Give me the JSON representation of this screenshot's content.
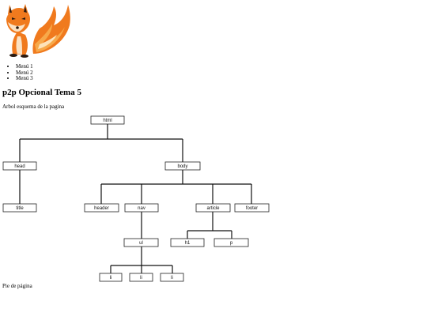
{
  "menu": {
    "items": [
      "Menú 1",
      "Menú 2",
      "Menú 3"
    ]
  },
  "page": {
    "title": "p2p Opcional Tema 5",
    "subtitle": "Arbol esquema de la pagina",
    "footer": "Pie de página"
  },
  "tree": {
    "html": "html",
    "head": "head",
    "body": "body",
    "title": "title",
    "header": "header",
    "nav": "nav",
    "article": "article",
    "footer": "footer",
    "ul": "ul",
    "h1": "h1",
    "p": "p",
    "li": [
      "li",
      "li",
      "li"
    ]
  },
  "colors": {
    "fox_orange": "#f07a1e",
    "fox_light": "#f7a94a",
    "fox_dark": "#2a1a10"
  }
}
